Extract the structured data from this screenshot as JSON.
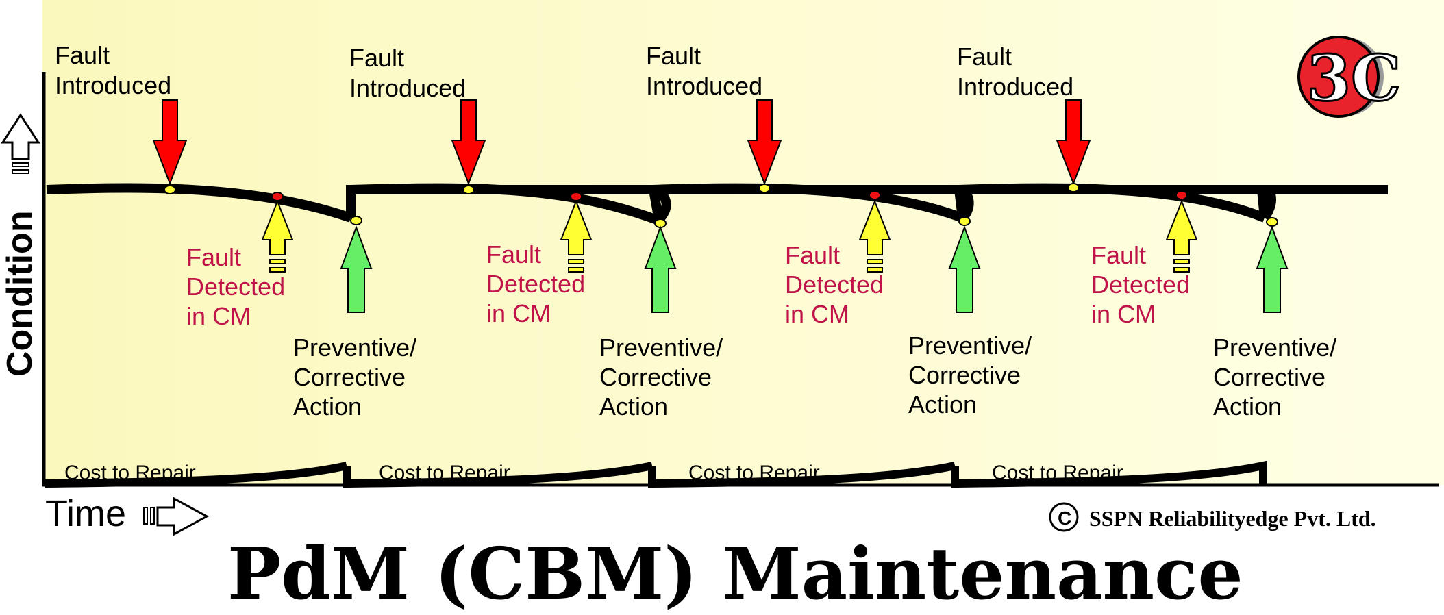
{
  "diagram": {
    "y_axis_label": "Condition",
    "x_axis_label": "Time",
    "title": "PdM (CBM)  Maintenance",
    "copyright": "SSPN Reliabilityedge Pvt. Ltd.",
    "copyright_symbol": "©",
    "logo_text": "3C",
    "colors": {
      "background_left": "#fbf8bd",
      "background_right": "#ffffe6",
      "fault_arrow": "#ff0000",
      "detect_arrow": "#ffff33",
      "action_arrow": "#66ee66",
      "detect_text": "#c0134a",
      "logo": "#e8232b"
    },
    "cycles": [
      {
        "fault_introduced": [
          "Fault",
          "Introduced"
        ],
        "fault_detected": [
          "Fault",
          "Detected",
          "in CM"
        ],
        "action": [
          "Preventive/",
          "Corrective",
          "Action"
        ],
        "cost": "Cost to Repair"
      },
      {
        "fault_introduced": [
          "Fault",
          "Introduced"
        ],
        "fault_detected": [
          "Fault",
          "Detected",
          "in CM"
        ],
        "action": [
          "Preventive/",
          "Corrective",
          "Action"
        ],
        "cost": "Cost to Repair"
      },
      {
        "fault_introduced": [
          "Fault",
          "Introduced"
        ],
        "fault_detected": [
          "Fault",
          "Detected",
          "in CM"
        ],
        "action": [
          "Preventive/",
          "Corrective",
          "Action"
        ],
        "cost": "Cost to Repair"
      },
      {
        "fault_introduced": [
          "Fault",
          "Introduced"
        ],
        "fault_detected": [
          "Fault",
          "Detected",
          "in CM"
        ],
        "action": [
          "Preventive/",
          "Corrective",
          "Action"
        ],
        "cost": "Cost to Repair"
      }
    ],
    "final_action": [
      "Preventive/",
      "Corrective",
      "Action"
    ]
  }
}
